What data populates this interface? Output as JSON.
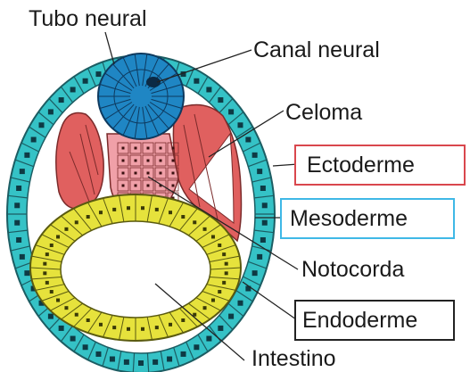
{
  "labels": {
    "tubo_neural": "Tubo neural",
    "canal_neural": "Canal neural",
    "celoma": "Celoma",
    "ectoderme": "Ectoderme",
    "mesoderme": "Mesoderme",
    "notocorda": "Notocorda",
    "endoderme": "Endoderme",
    "intestino": "Intestino"
  },
  "colors": {
    "ectoderm": "#35c2c6",
    "neural_tube": "#1f86c4",
    "mesoderm": "#e0605f",
    "notochord": "#f0a0a8",
    "endoderm": "#e6e23c",
    "ectoderme_box_border": "#d9474d",
    "mesoderme_box_border": "#3fb8e6",
    "endoderme_box_border": "#222222"
  }
}
